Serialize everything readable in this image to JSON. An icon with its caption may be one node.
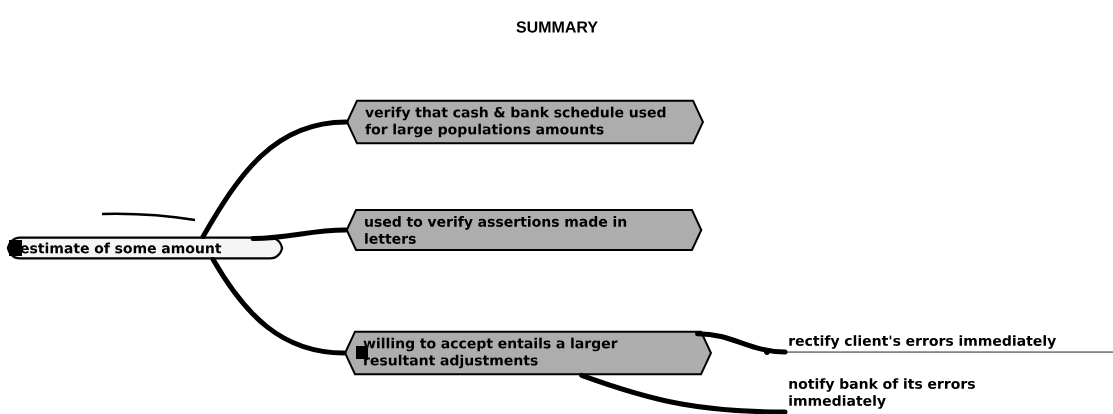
{
  "diagram": {
    "title": "SUMMARY",
    "nodes": [
      {
        "text": [
          "estimate of some amount"
        ]
      },
      {
        "text": [
          "verify that cash & bank schedule used for large populations amounts"
        ]
      },
      {
        "text": [
          "used to verify assertions made in letters"
        ]
      },
      {
        "text": [
          "willing to accept entails a larger resultant adjustments"
        ]
      },
      {
        "text": [
          "rectify client's errors immediately"
        ]
      },
      {
        "text": [
          "notify bank of its errors immediately"
        ]
      }
    ],
    "edges": [
      {
        "from": 0,
        "to": 1,
        "arrow": "none"
      },
      {
        "from": 0,
        "to": 2,
        "arrow": "none"
      },
      {
        "from": 0,
        "to": 3,
        "arrow": "none"
      },
      {
        "from": 3,
        "to": 4,
        "arrow": "none"
      },
      {
        "from": 3,
        "to": 5,
        "arrow": "none"
      }
    ]
  }
}
